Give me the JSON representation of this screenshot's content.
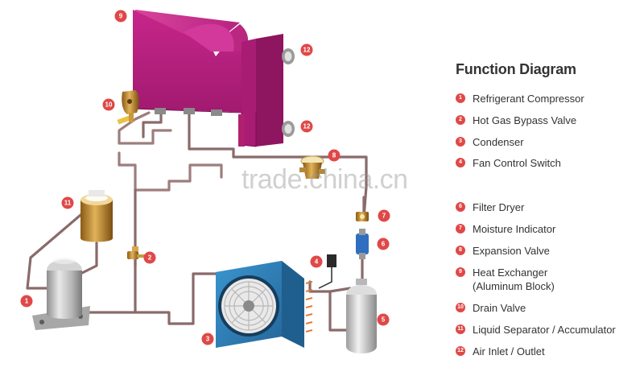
{
  "legend": {
    "title": "Function Diagram",
    "items": [
      {
        "num": "1",
        "label": "Refrigerant Compressor"
      },
      {
        "num": "2",
        "label": "Hot Gas Bypass Valve"
      },
      {
        "num": "3",
        "label": "Condenser"
      },
      {
        "num": "4",
        "label": "Fan Control Switch"
      },
      {
        "num": "6",
        "label": "Filter Dryer"
      },
      {
        "num": "7",
        "label": "Moisture Indicator"
      },
      {
        "num": "8",
        "label": "Expansion Valve"
      },
      {
        "num": "9",
        "label": "Heat Exchanger\n(Aluminum Block)"
      },
      {
        "num": "10",
        "label": "Drain Valve"
      },
      {
        "num": "11",
        "label": "Liquid Separator / Accumulator"
      },
      {
        "num": "12",
        "label": "Air Inlet / Outlet"
      }
    ]
  },
  "callouts": {
    "c1": "1",
    "c2": "2",
    "c3": "3",
    "c4": "4",
    "c5": "5",
    "c6": "6",
    "c7": "7",
    "c8": "8",
    "c9": "9",
    "c10": "10",
    "c11": "11",
    "c12a": "12",
    "c12b": "12"
  },
  "watermark": "trade.china.cn",
  "colors": {
    "callout": "#e04848",
    "pipe": "#8a6a6a",
    "heat_exchanger": "#c0237f",
    "condenser": "#2e7fb8"
  }
}
